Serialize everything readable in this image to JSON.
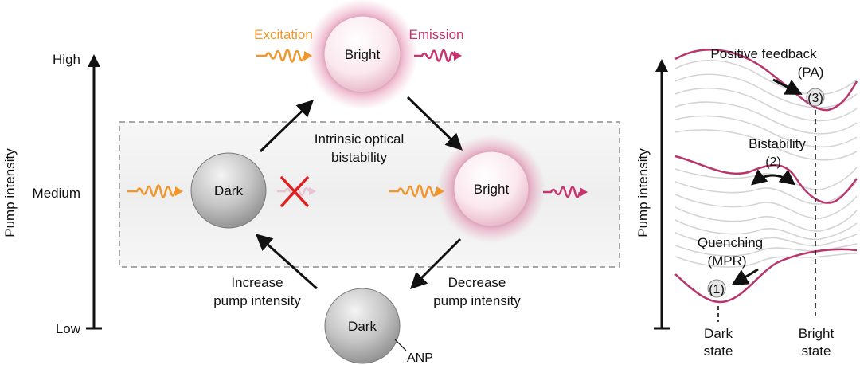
{
  "left_axis": {
    "title": "Pump intensity",
    "levels": {
      "high": "High",
      "medium": "Medium",
      "low": "Low"
    }
  },
  "top": {
    "excitation": "Excitation",
    "emission": "Emission",
    "sphere": "Bright"
  },
  "middle": {
    "box_caption_line1": "Intrinsic optical",
    "box_caption_line2": "bistability",
    "left_sphere": "Dark",
    "right_sphere": "Bright"
  },
  "bottom": {
    "sphere": "Dark",
    "particle": "ANP",
    "increase_line1": "Increase",
    "increase_line2": "pump intensity",
    "decrease_line1": "Decrease",
    "decrease_line2": "pump intensity"
  },
  "right_panel": {
    "axis_title": "Pump intensity",
    "positive_feedback": "Positive feedback",
    "pa": "(PA)",
    "step3": "(3)",
    "bistability": "Bistability",
    "step2": "(2)",
    "quenching": "Quenching",
    "mpr": "(MPR)",
    "step1": "(1)",
    "dark_state_line1": "Dark",
    "dark_state_line2": "state",
    "bright_state_line1": "Bright",
    "bright_state_line2": "state"
  },
  "colors": {
    "excitation": "#F0962A",
    "emission": "#C8336F",
    "blocked": "#E02020",
    "potential_highlight": "#B8356E",
    "potential_grey": "#D4D4D4",
    "box_border": "#A8A8A8"
  }
}
